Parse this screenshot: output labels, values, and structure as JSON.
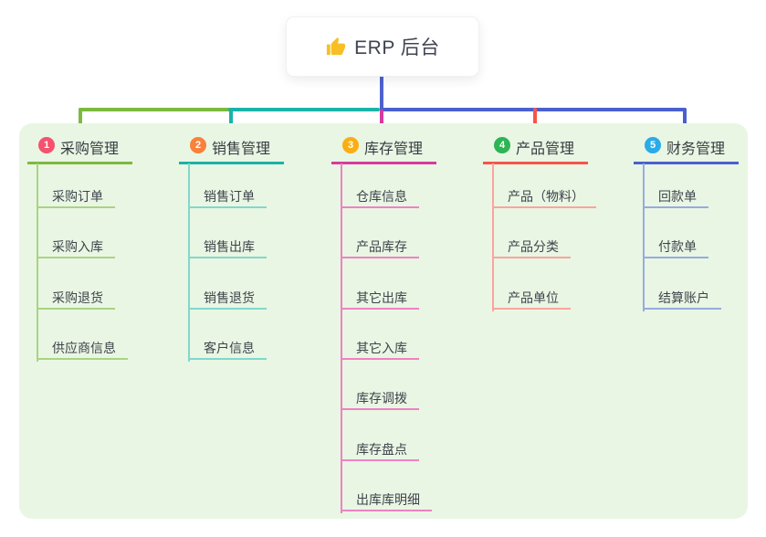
{
  "root": {
    "title": "ERP 后台",
    "icon": "thumbs-up",
    "icon_color": "#f7bf25"
  },
  "colors": {
    "page_bg": "#ffffff",
    "panel_bg": "#e9f6e4",
    "text": "#3f444b"
  },
  "connectors": {
    "root_drop": "#4e62ce",
    "h_green": "#7cb93f",
    "h_teal": "#1ab3a8",
    "h_blue": "#4a60ce",
    "drop_green": "#7cb93f",
    "drop_teal": "#1ab3a8",
    "drop_magenta": "#d63a9e",
    "drop_red": "#f95348",
    "drop_blue": "#4a60ce"
  },
  "branches": [
    {
      "badge": "1",
      "label": "采购管理",
      "badge_color": "#f4526e",
      "line_color": "#7cb93f",
      "item_line_color": "#a9d483",
      "items": [
        "采购订单",
        "采购入库",
        "采购退货",
        "供应商信息"
      ]
    },
    {
      "badge": "2",
      "label": "销售管理",
      "badge_color": "#f8813c",
      "line_color": "#1ab3a8",
      "item_line_color": "#82d7cb",
      "items": [
        "销售订单",
        "销售出库",
        "销售退货",
        "客户信息"
      ]
    },
    {
      "badge": "3",
      "label": "库存管理",
      "badge_color": "#f9ae13",
      "line_color": "#d63a9e",
      "item_line_color": "#ee82c3",
      "items": [
        "仓库信息",
        "产品库存",
        "其它出库",
        "其它入库",
        "库存调拨",
        "库存盘点",
        "出库库明细"
      ]
    },
    {
      "badge": "4",
      "label": "产品管理",
      "badge_color": "#2db453",
      "line_color": "#f95348",
      "item_line_color": "#fba49d",
      "items": [
        "产品（物料）",
        "产品分类",
        "产品单位"
      ]
    },
    {
      "badge": "5",
      "label": "财务管理",
      "badge_color": "#29abe8",
      "line_color": "#4a60ce",
      "item_line_color": "#97abdf",
      "items": [
        "回款单",
        "付款单",
        "结算账户"
      ]
    }
  ]
}
